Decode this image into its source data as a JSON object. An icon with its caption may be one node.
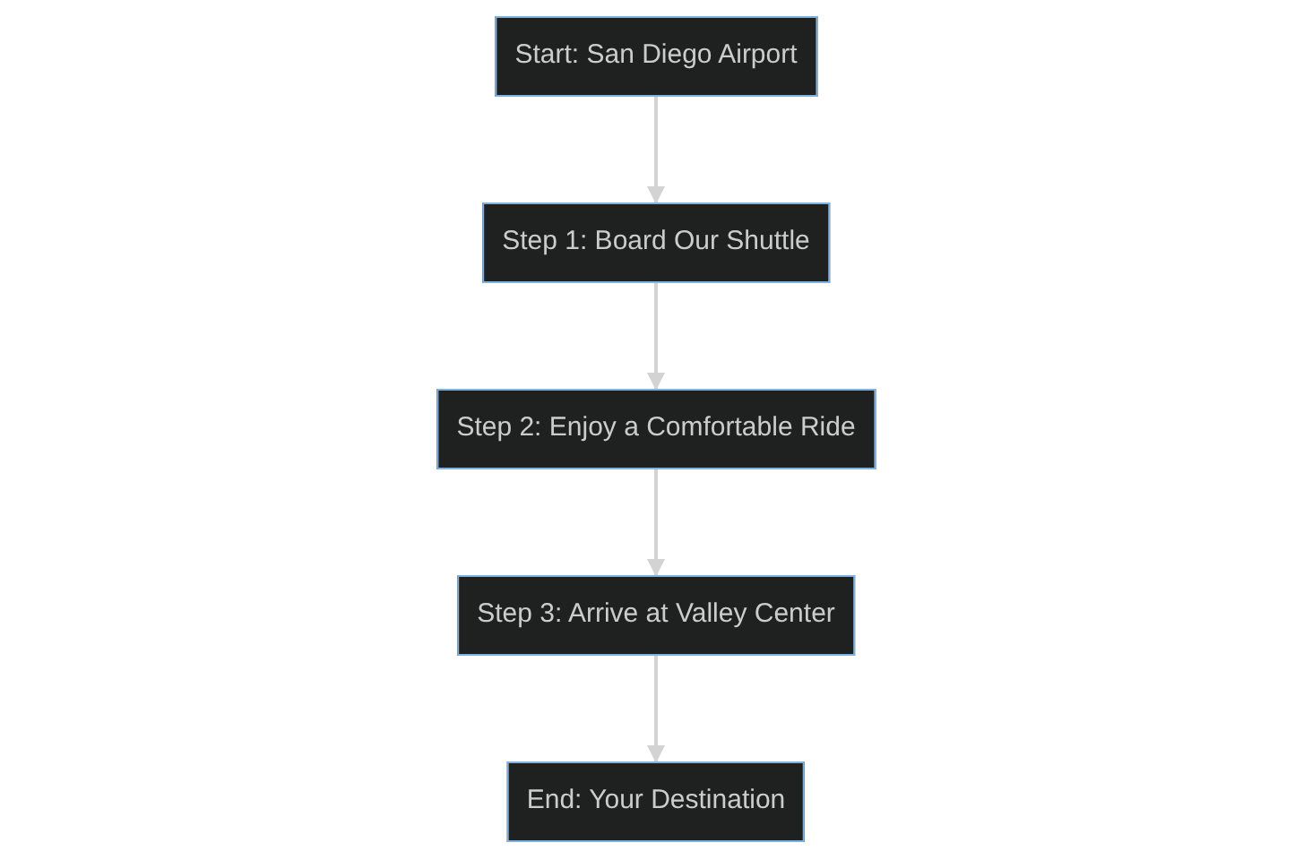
{
  "diagram": {
    "nodes": [
      {
        "text": [
          "Start: San Diego Airport"
        ]
      },
      {
        "text": [
          "Step 1: Board Our Shuttle"
        ]
      },
      {
        "text": [
          "Step 2: Enjoy a Comfortable Ride"
        ]
      },
      {
        "text": [
          "Step 3: Arrive at Valley Center"
        ]
      },
      {
        "text": [
          "End: Your Destination"
        ]
      }
    ],
    "edges": [
      {
        "from": 0,
        "to": 1,
        "arrow": "to"
      },
      {
        "from": 1,
        "to": 2,
        "arrow": "to"
      },
      {
        "from": 2,
        "to": 3,
        "arrow": "to"
      },
      {
        "from": 3,
        "to": 4,
        "arrow": "to"
      }
    ]
  }
}
